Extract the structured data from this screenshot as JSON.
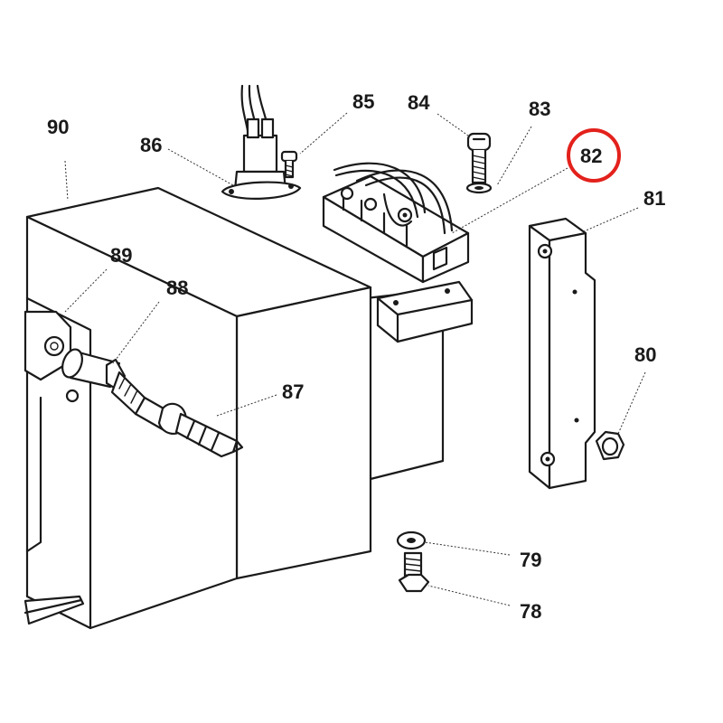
{
  "highlight": {
    "part": "82",
    "color": "#e3211c"
  },
  "callouts": {
    "p78": "78",
    "p79": "79",
    "p80": "80",
    "p81": "81",
    "p82": "82",
    "p83": "83",
    "p84": "84",
    "p85": "85",
    "p86": "86",
    "p87": "87",
    "p88": "88",
    "p89": "89",
    "p90": "90"
  }
}
